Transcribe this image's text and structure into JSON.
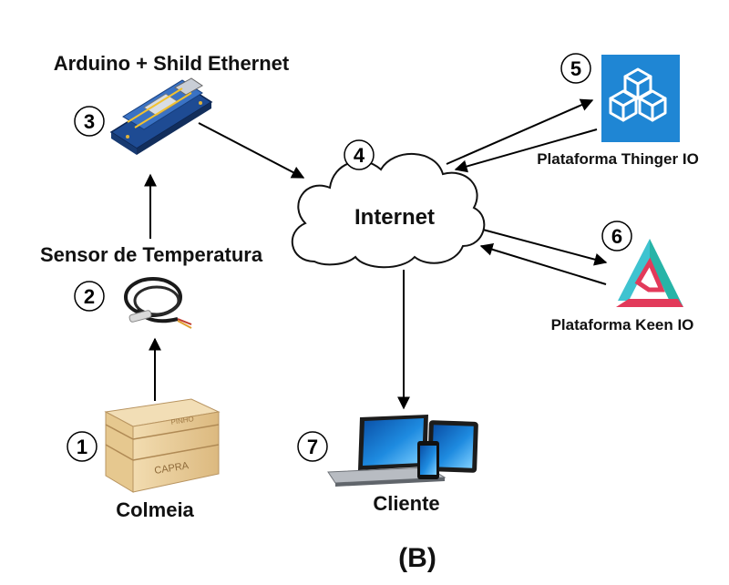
{
  "nodes": {
    "arduino": {
      "number": "3",
      "label": "Arduino + Shild Ethernet"
    },
    "sensor": {
      "number": "2",
      "label": "Sensor de Temperatura"
    },
    "colmeia": {
      "number": "1",
      "label": "Colmeia",
      "box_text_top": "PINHO",
      "box_text_bottom": "CAPRA"
    },
    "internet": {
      "number": "4",
      "label": "Internet"
    },
    "thinger": {
      "number": "5",
      "label": "Plataforma Thinger IO"
    },
    "keen": {
      "number": "6",
      "label": "Plataforma Keen IO"
    },
    "cliente": {
      "number": "7",
      "label": "Cliente"
    }
  },
  "caption": "(B)",
  "colors": {
    "thinger_blue": "#1f86d4",
    "keen_pink": "#e23a5a",
    "keen_teal": "#27b4a7",
    "board_blue": "#2f5fa8",
    "wood": "#e8cf9e"
  }
}
